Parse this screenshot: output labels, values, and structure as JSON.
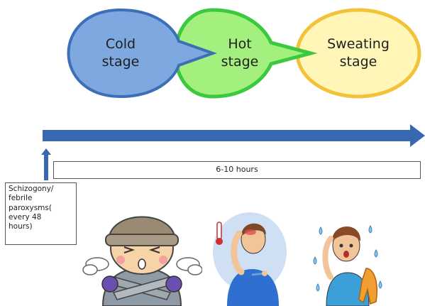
{
  "stages": [
    {
      "label": "Cold\nstage",
      "color": "#7aa6e0",
      "border": "#3b6fb6"
    },
    {
      "label": "Hot\nstage",
      "color": "#9cf07a",
      "border": "#34c23c"
    },
    {
      "label": "Sweating\nstage",
      "color": "#fff5b0",
      "border": "#f3c13a"
    }
  ],
  "timeline": {
    "duration_label": "6-10 hours",
    "arrow_color": "#3a67b2"
  },
  "note": {
    "text": "Schizogony/\nfebrile\nparoxysms(\nevery 48\nhours)"
  },
  "illustrations": [
    {
      "icon": "shivering-person-icon"
    },
    {
      "icon": "fever-thermometer-person-icon"
    },
    {
      "icon": "sweating-person-icon"
    }
  ]
}
